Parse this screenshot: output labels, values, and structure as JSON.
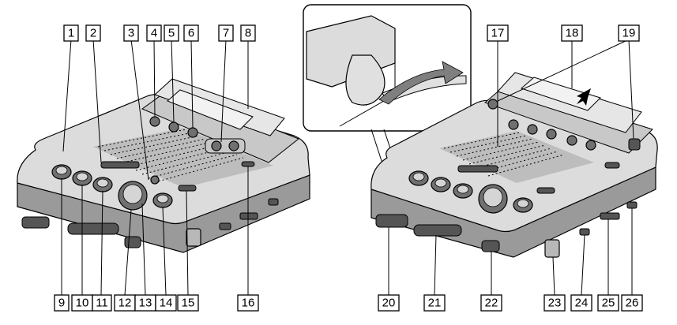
{
  "callouts": {
    "c1": "1",
    "c2": "2",
    "c3": "3",
    "c4": "4",
    "c5": "5",
    "c6": "6",
    "c7": "7",
    "c8": "8",
    "c9": "9",
    "c10": "10",
    "c11": "11",
    "c12": "12",
    "c13": "13",
    "c14": "14",
    "c15": "15",
    "c16": "16",
    "c17": "17",
    "c18": "18",
    "c19": "19",
    "c20": "20",
    "c21": "21",
    "c22": "22",
    "c23": "23",
    "c24": "24",
    "c25": "25",
    "c26": "26"
  },
  "colors": {
    "line": "#000000",
    "background": "#ffffff",
    "device_light": "#dcdcdc",
    "device_dark": "#9a9a9a",
    "arrow": "#7f7f7f"
  }
}
